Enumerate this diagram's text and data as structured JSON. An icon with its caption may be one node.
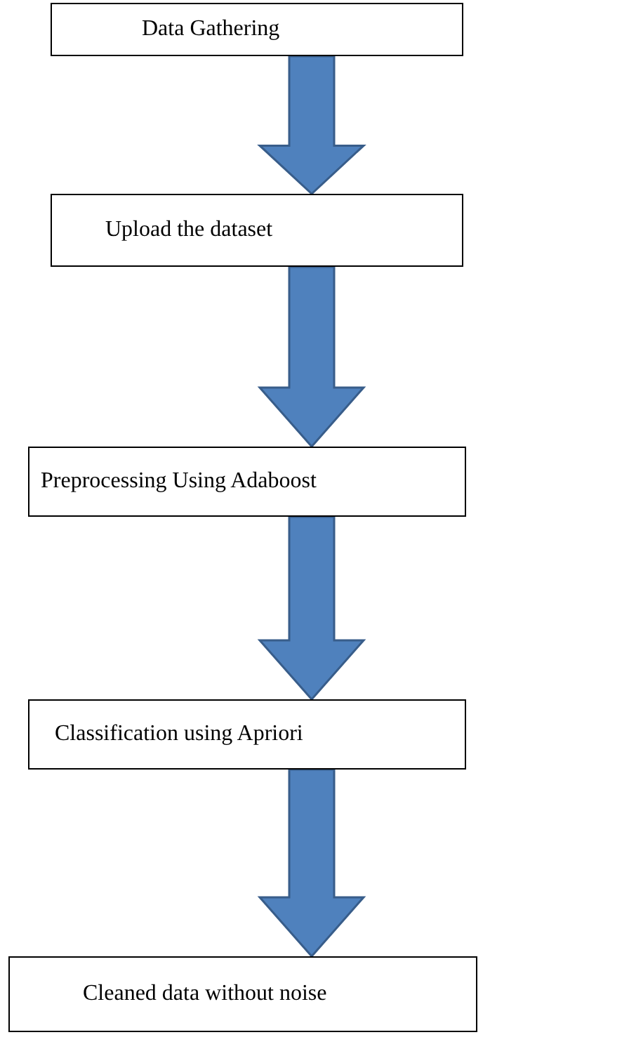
{
  "diagram": {
    "nodes": [
      {
        "text": [
          "Data Gathering"
        ]
      },
      {
        "text": [
          "Upload the dataset"
        ]
      },
      {
        "text": [
          "Preprocessing Using Adaboost"
        ]
      },
      {
        "text": [
          "Classification using Apriori"
        ]
      },
      {
        "text": [
          "Cleaned data without noise"
        ]
      }
    ],
    "edges": [
      {
        "from": 0,
        "to": 1,
        "arrow": "to"
      },
      {
        "from": 1,
        "to": 2,
        "arrow": "to"
      },
      {
        "from": 2,
        "to": 3,
        "arrow": "to"
      },
      {
        "from": 3,
        "to": 4,
        "arrow": "to"
      }
    ]
  }
}
